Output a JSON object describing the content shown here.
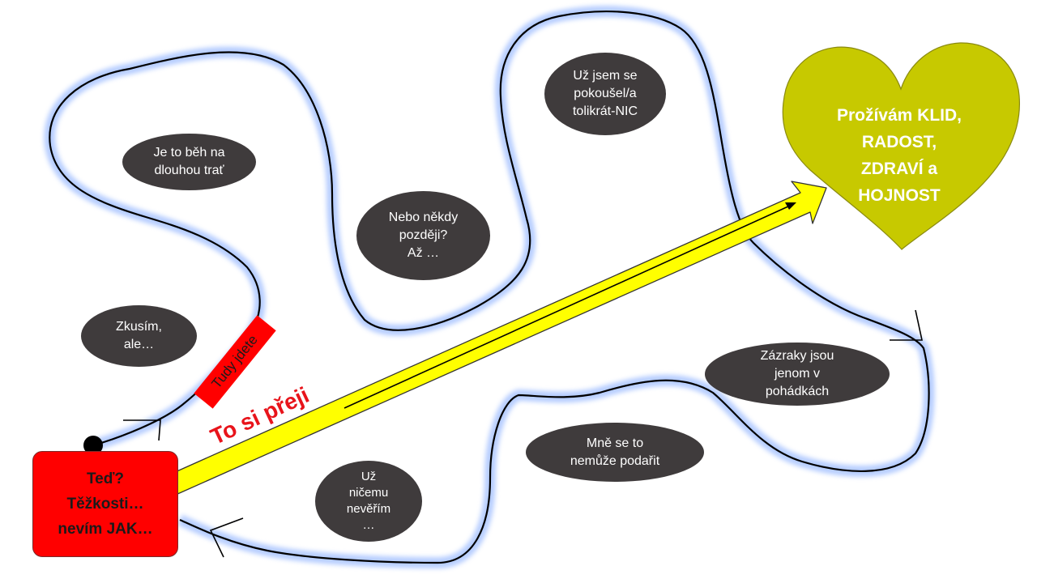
{
  "start": {
    "text": "Teď?\nTěžkosti…\nnevím JAK…",
    "color": "#ff0000"
  },
  "goal": {
    "text": "Prožívám KLID,\nRADOST,\nZDRAVÍ a\nHOJNOST",
    "color": "#c7c900"
  },
  "wish_arrow": {
    "label": "To si přeji",
    "color": "#ffff00"
  },
  "path_sign": {
    "label": "Tudy jdete",
    "color": "#ff0000"
  },
  "bubbles": [
    {
      "text": "Je to běh na\ndlouhou trať"
    },
    {
      "text": "Nebo někdy\npozději?\nAž …"
    },
    {
      "text": "Už jsem se\npokoušel/a\ntolikrát-NIC"
    },
    {
      "text": "Zkusím,\nale…"
    },
    {
      "text": "Zázraky jsou\njenom v\npohádkách"
    },
    {
      "text": "Mně se to\nnemůže podařit"
    },
    {
      "text": "Už\nničemu\nnevěřím\n…"
    }
  ]
}
